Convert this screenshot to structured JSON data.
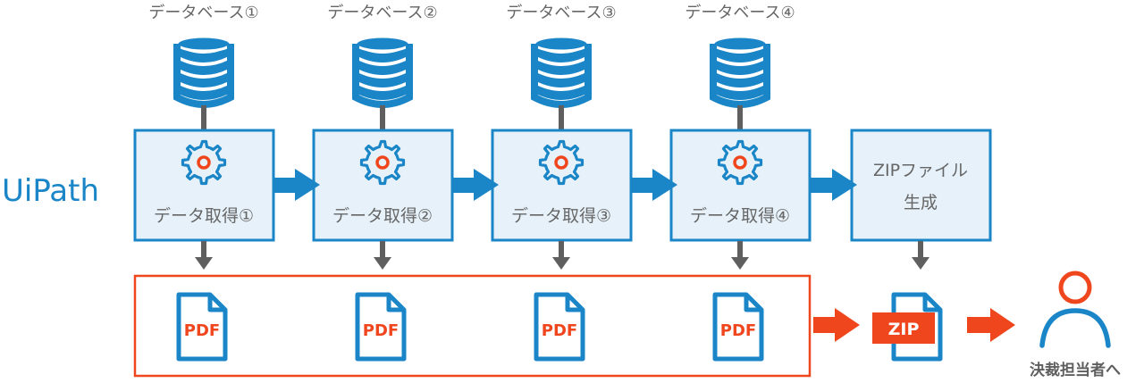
{
  "brand": "UiPath",
  "databases": [
    {
      "label": "データベース①"
    },
    {
      "label": "データベース②"
    },
    {
      "label": "データベース③"
    },
    {
      "label": "データベース④"
    }
  ],
  "steps": [
    {
      "label": "データ取得①"
    },
    {
      "label": "データ取得②"
    },
    {
      "label": "データ取得③"
    },
    {
      "label": "データ取得④"
    }
  ],
  "zip_step": {
    "line1": "ZIPファイル",
    "line2": "生成"
  },
  "pdf_label": "PDF",
  "zip_label": "ZIP",
  "recipient": "決裁担当者へ",
  "colors": {
    "blue": "#1a86c8",
    "blue_fill": "#e6f1f9",
    "orange": "#f0461e",
    "gray": "#5f5f5f",
    "text_gray": "#666666"
  }
}
